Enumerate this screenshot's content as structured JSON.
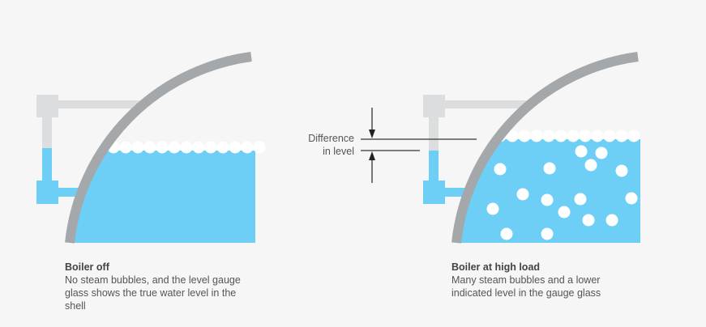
{
  "annotation": {
    "line1": "Difference",
    "line2": "in level"
  },
  "left": {
    "title": "Boiler off",
    "desc": "No steam bubbles, and the level gauge glass shows the true water level in the shell"
  },
  "right": {
    "title": "Boiler at high load",
    "desc": "Many steam bubbles and a lower indicated level in the gauge glass"
  },
  "colors": {
    "water": "#6dcff6",
    "shell": "#a5a8ab",
    "gauge": "#dcdddf",
    "background": "#f6f6f6"
  }
}
